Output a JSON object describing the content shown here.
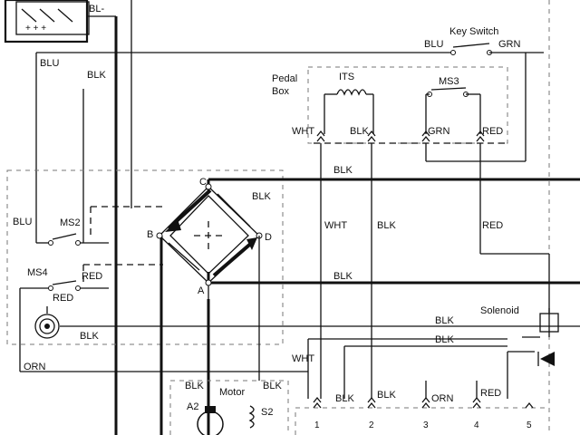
{
  "labels": {
    "bl_minus": "BL-",
    "key_switch": "Key Switch",
    "blu_top": "BLU",
    "grn_top": "GRN",
    "blu_left": "BLU",
    "blk_left": "BLK",
    "pedal_box_1": "Pedal",
    "pedal_box_2": "Box",
    "its": "ITS",
    "ms3": "MS3",
    "wht_pb": "WHT",
    "blk_pb": "BLK",
    "grn_pb": "GRN",
    "red_pb": "RED",
    "blk_mid1": "BLK",
    "wht_mid": "WHT",
    "blk_mid2": "BLK",
    "red_right": "RED",
    "blk_c": "BLK",
    "c": "C",
    "b": "B",
    "d": "D",
    "a": "A",
    "blu_ms2": "BLU",
    "ms2": "MS2",
    "ms4": "MS4",
    "red_ms4a": "RED",
    "red_ms4b": "RED",
    "blk_a": "BLK",
    "solenoid": "Solenoid",
    "blk_sol1": "BLK",
    "blk_sol2": "BLK",
    "blk_horn": "BLK",
    "wht_low": "WHT",
    "orn_left": "ORN",
    "blk_motor1": "BLK",
    "motor": "Motor",
    "blk_motor2": "BLK",
    "a2": "A2",
    "s2": "S2",
    "blk_c1": "BLK",
    "blk_c2": "BLK",
    "orn_c3": "ORN",
    "red_c4": "RED",
    "conn1": "1",
    "conn2": "2",
    "conn3": "3",
    "conn4": "4",
    "conn5": "5",
    "battery_plus": "+  +  +"
  }
}
